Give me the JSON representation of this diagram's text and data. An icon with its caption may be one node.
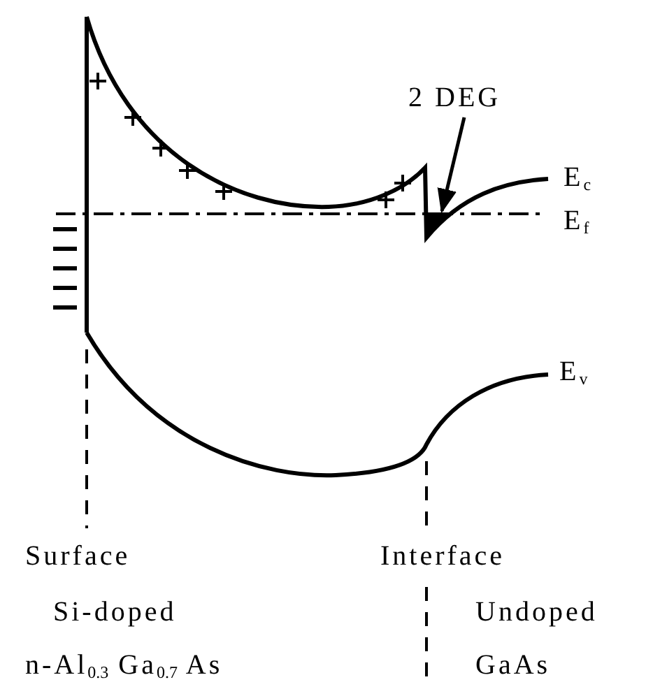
{
  "diagram": {
    "nodes": [
      {
        "text": [
          "2 DEG"
        ]
      },
      {
        "text": [],
        "shape": "triangle"
      }
    ],
    "edges": [
      {
        "from": 0,
        "to": 1,
        "arrow": "to"
      }
    ],
    "labels": [
      "E$_{c}$",
      "E$_{f}$",
      "E$_{v}$",
      "Surface",
      "Interface",
      "Si-doped",
      "Undoped",
      "n-Al$_{0.3}$ Ga$_{0.7}$ As",
      "GaAs"
    ]
  }
}
